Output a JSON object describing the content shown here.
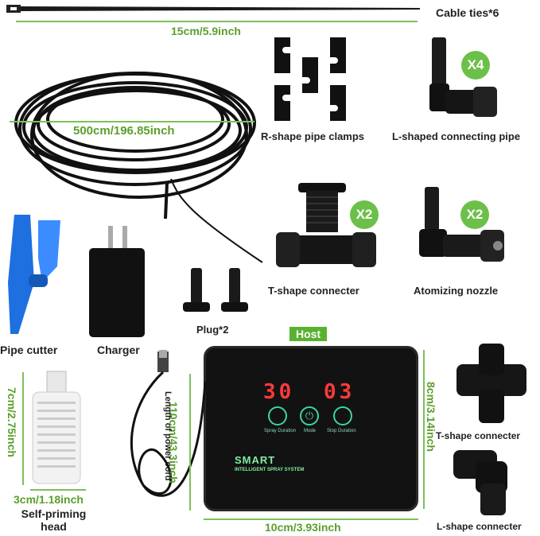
{
  "labels": {
    "cable_ties": "Cable ties*6",
    "tie_length": "15cm/5.9inch",
    "tube_length": "500cm/196.85inch",
    "r_clamps": "R-shape pipe clamps",
    "l_connecting_pipe": "L-shaped connecting pipe",
    "t_connecter": "T-shape connecter",
    "atomizing_nozzle": "Atomizing nozzle",
    "pipe_cutter": "Pipe cutter",
    "charger": "Charger",
    "plug": "Plug*2",
    "host": "Host",
    "self_priming_head": "Self-priming head",
    "head_height": "7cm/2.75inch",
    "head_width": "3cm/1.18inch",
    "cord_length": "110cm/43.3inch",
    "cord_label": "Length of power cord",
    "host_height": "8cm/3.14inch",
    "host_width": "10cm/3.93inch",
    "t_connecter_small": "T-shape connecter",
    "l_connecter_small": "L-shape connecter"
  },
  "badges": {
    "l_pipe_qty": "X4",
    "t_qty": "X2",
    "nozzle_qty": "X2"
  },
  "host_panel": {
    "spray_value": "30",
    "stop_value": "03",
    "spray_label": "Spray Duration",
    "mode_label": "Mode",
    "stop_label": "Stop Duration",
    "brand": "SMART",
    "subtitle": "INTELLIGENT SPRAY SYSTEM"
  },
  "colors": {
    "accent_green": "#5aa02c",
    "badge_green": "#6cc04a",
    "display_red": "#ff3a3a",
    "panel_black": "#111111",
    "cutter_blue": "#1a73e8"
  }
}
